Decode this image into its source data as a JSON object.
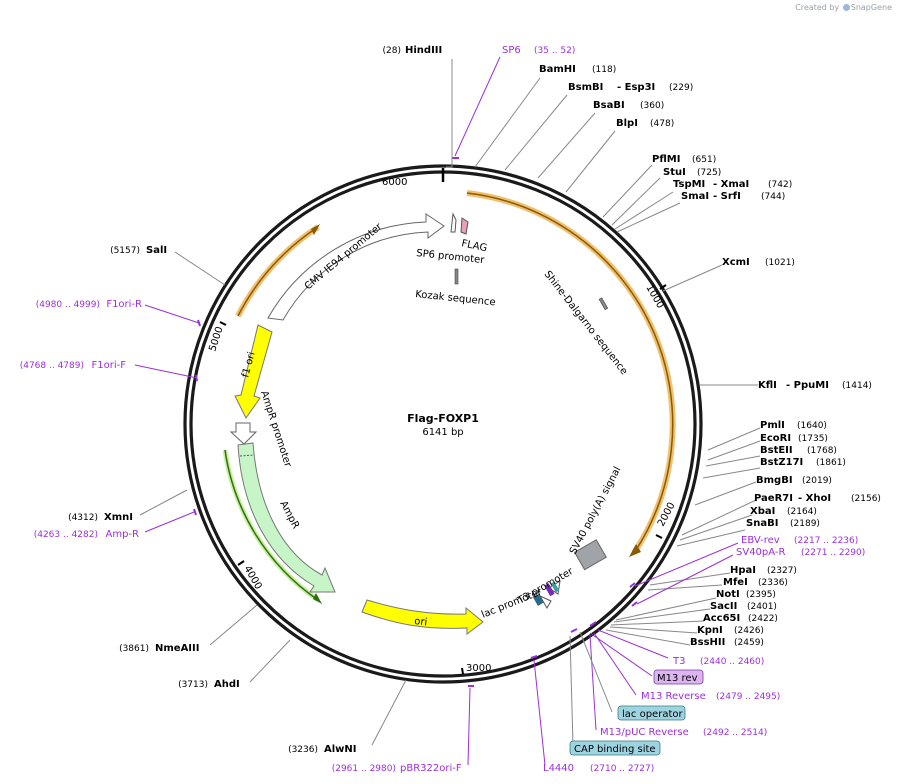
{
  "watermark": {
    "created_by": "Created by",
    "brand": "SnapGene"
  },
  "plasmid": {
    "name": "Flag-FOXP1",
    "size": "6141 bp"
  },
  "ticks": [
    "1000",
    "2000",
    "3000",
    "4000",
    "5000",
    "6000"
  ],
  "features": {
    "cmv": "CMV IE94 promoter",
    "flag": "FLAG",
    "sp6_promoter": "SP6 promoter",
    "kozak": "Kozak sequence",
    "shine": "Shine-Dalgarno sequence",
    "f1ori": "f1 ori",
    "ampr_promoter": "AmpR promoter",
    "ampr": "AmpR",
    "ori": "ori",
    "sv40": "SV40 poly(A) signal",
    "t3_promoter": "T3 promoter",
    "lac_promoter": "lac promoter"
  },
  "sites": {
    "hindiii": {
      "name": "HindIII",
      "pos": "(28)"
    },
    "bamhi": {
      "name": "BamHI",
      "pos": "(118)"
    },
    "bsmbi": {
      "name": "BsmBI",
      "alt": "- Esp3I",
      "pos": "(229)"
    },
    "bsabi": {
      "name": "BsaBI",
      "pos": "(360)"
    },
    "blpi": {
      "name": "BlpI",
      "pos": "(478)"
    },
    "pflmi": {
      "name": "PflMI",
      "pos": "(651)"
    },
    "stui": {
      "name": "StuI",
      "pos": "(725)"
    },
    "tspmi": {
      "name": "TspMI",
      "alt": "- XmaI",
      "pos": "(742)"
    },
    "smai": {
      "name": "SmaI",
      "alt": "- SrfI",
      "pos": "(744)"
    },
    "xcmi": {
      "name": "XcmI",
      "pos": "(1021)"
    },
    "kfli": {
      "name": "KflI",
      "alt": "- PpuMI",
      "pos": "(1414)"
    },
    "pmli": {
      "name": "PmlI",
      "pos": "(1640)"
    },
    "ecori": {
      "name": "EcoRI",
      "pos": "(1735)"
    },
    "bsteii": {
      "name": "BstEII",
      "pos": "(1768)"
    },
    "bstz17i": {
      "name": "BstZ17I",
      "pos": "(1861)"
    },
    "bmgbi": {
      "name": "BmgBI",
      "pos": "(2019)"
    },
    "paer7i": {
      "name": "PaeR7I",
      "alt": "- XhoI",
      "pos": "(2156)"
    },
    "xbai": {
      "name": "XbaI",
      "pos": "(2164)"
    },
    "snabi": {
      "name": "SnaBI",
      "pos": "(2189)"
    },
    "hpai": {
      "name": "HpaI",
      "pos": "(2327)"
    },
    "mfei": {
      "name": "MfeI",
      "pos": "(2336)"
    },
    "noti": {
      "name": "NotI",
      "pos": "(2395)"
    },
    "sacii": {
      "name": "SacII",
      "pos": "(2401)"
    },
    "acc65i": {
      "name": "Acc65I",
      "pos": "(2422)"
    },
    "kpni": {
      "name": "KpnI",
      "pos": "(2426)"
    },
    "bsshii": {
      "name": "BssHII",
      "pos": "(2459)"
    },
    "alwni": {
      "name": "AlwNI",
      "pos": "(3236)"
    },
    "ahdi": {
      "name": "AhdI",
      "pos": "(3713)"
    },
    "nmeaiii": {
      "name": "NmeAIII",
      "pos": "(3861)"
    },
    "xmni": {
      "name": "XmnI",
      "pos": "(4312)"
    },
    "sali": {
      "name": "SalI",
      "pos": "(5157)"
    }
  },
  "primers": {
    "sp6": {
      "name": "SP6",
      "range": "(35 .. 52)"
    },
    "ebv": {
      "name": "EBV-rev",
      "range": "(2217 .. 2236)"
    },
    "sv40pa": {
      "name": "SV40pA-R",
      "range": "(2271 .. 2290)"
    },
    "t3": {
      "name": "T3",
      "range": "(2440 .. 2460)"
    },
    "m13rev": {
      "name": "M13 rev"
    },
    "m13reverse": {
      "name": "M13 Reverse",
      "range": "(2479 .. 2495)"
    },
    "lacop": {
      "name": "lac operator"
    },
    "m13puc": {
      "name": "M13/pUC Reverse",
      "range": "(2492 .. 2514)"
    },
    "cap": {
      "name": "CAP binding site"
    },
    "l4440": {
      "name": "L4440",
      "range": "(2710 .. 2727)"
    },
    "pbr": {
      "name": "pBR322ori-F",
      "range": "(2961 .. 2980)"
    },
    "amp": {
      "name": "Amp-R",
      "range": "(4263 .. 4282)"
    },
    "f1orif": {
      "name": "F1ori-F",
      "range": "(4768 .. 4789)"
    },
    "f1orir": {
      "name": "F1ori-R",
      "range": "(4980 .. 4999)"
    }
  },
  "colors": {
    "enzyme": "#000000",
    "primer": "#9b30d9",
    "backbone": "#1a1a1a",
    "orf_outline": "#f0c070",
    "ampr_fill": "#c8f5c8",
    "ori_fill": "#ffff00",
    "lac_operator_fill": "#9ed4e0",
    "m13_fill": "#dcb4f0"
  }
}
